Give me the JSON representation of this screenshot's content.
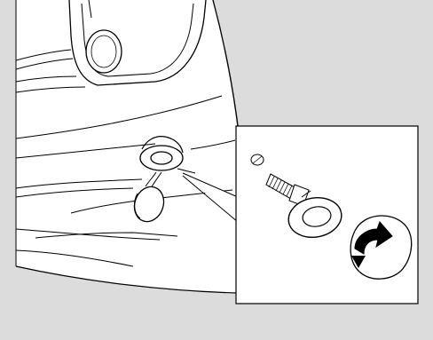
{
  "figure": {
    "subject": "bumper-tow-hook-installation",
    "colors": {
      "background": "#dcdcdc",
      "outline": "#000000",
      "detail_panel": "#ffffff",
      "hatching": "#555555"
    },
    "icons": [
      "headlight",
      "bumper-cover-cap",
      "tow-eye",
      "screw-cap",
      "rotation-arrow"
    ]
  }
}
